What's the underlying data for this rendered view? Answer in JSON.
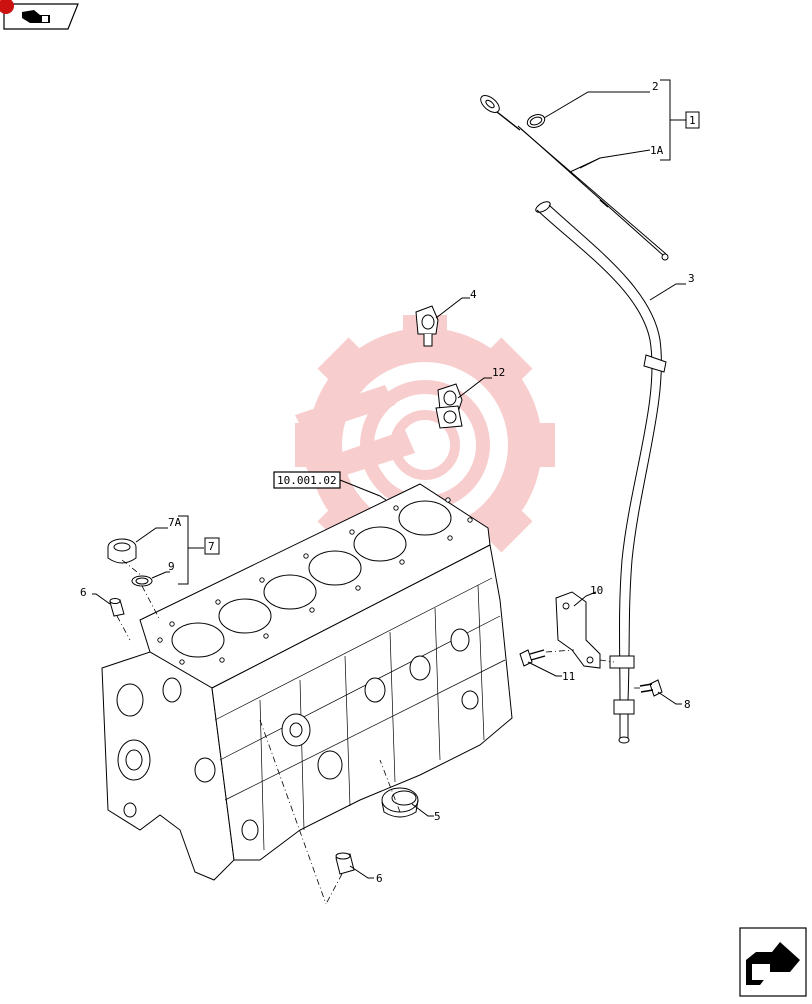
{
  "nav": {
    "prev_icon": "back-arrow-icon",
    "next_icon": "forward-arrow-icon"
  },
  "callouts": {
    "c2": "2",
    "c1a": "1A",
    "c1": "1",
    "c3": "3",
    "c4": "4",
    "c12": "12",
    "c10": "10",
    "c7a": "7A",
    "c7": "7",
    "c9": "9",
    "c6a": "6",
    "c11": "11",
    "c8": "8",
    "c5": "5",
    "c6b": "6"
  },
  "reference": {
    "code": "10.001.02"
  },
  "colors": {
    "watermark": "#f4b8b8",
    "line": "#000000",
    "badge": "#cc1111"
  }
}
